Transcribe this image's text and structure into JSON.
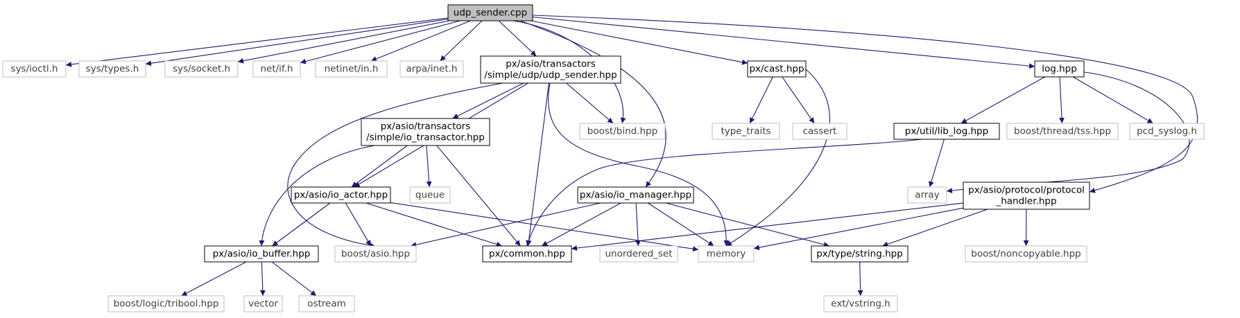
{
  "colors": {
    "edge": "#191970",
    "root_fill": "#bfbfbf",
    "project_border": "#000000",
    "system_border": "#bfbfbf",
    "system_text": "#3f3f3f",
    "project_text": "#000000"
  },
  "nodes": [
    {
      "id": "root",
      "kind": "root",
      "lines": [
        "udp_sender.cpp"
      ]
    },
    {
      "id": "ioctl",
      "kind": "system",
      "lines": [
        "sys/ioctl.h"
      ]
    },
    {
      "id": "types",
      "kind": "system",
      "lines": [
        "sys/types.h"
      ]
    },
    {
      "id": "socket",
      "kind": "system",
      "lines": [
        "sys/socket.h"
      ]
    },
    {
      "id": "netif",
      "kind": "system",
      "lines": [
        "net/if.h"
      ]
    },
    {
      "id": "netinet",
      "kind": "system",
      "lines": [
        "netinet/in.h"
      ]
    },
    {
      "id": "arpa",
      "kind": "system",
      "lines": [
        "arpa/inet.h"
      ]
    },
    {
      "id": "udp_sender_hpp",
      "kind": "project",
      "lines": [
        "px/asio/transactors",
        "/simple/udp/udp_sender.hpp"
      ]
    },
    {
      "id": "cast",
      "kind": "project",
      "lines": [
        "px/cast.hpp"
      ]
    },
    {
      "id": "log",
      "kind": "project",
      "lines": [
        "log.hpp"
      ]
    },
    {
      "id": "io_transactor",
      "kind": "project",
      "lines": [
        "px/asio/transactors",
        "/simple/io_transactor.hpp"
      ]
    },
    {
      "id": "boost_bind",
      "kind": "system",
      "lines": [
        "boost/bind.hpp"
      ]
    },
    {
      "id": "type_traits",
      "kind": "system",
      "lines": [
        "type_traits"
      ]
    },
    {
      "id": "cassert",
      "kind": "system",
      "lines": [
        "cassert"
      ]
    },
    {
      "id": "lib_log",
      "kind": "project",
      "lines": [
        "px/util/lib_log.hpp"
      ]
    },
    {
      "id": "tss",
      "kind": "system",
      "lines": [
        "boost/thread/tss.hpp"
      ]
    },
    {
      "id": "pcd_syslog",
      "kind": "system",
      "lines": [
        "pcd_syslog.h"
      ]
    },
    {
      "id": "io_actor",
      "kind": "project",
      "lines": [
        "px/asio/io_actor.hpp"
      ]
    },
    {
      "id": "queue",
      "kind": "system",
      "lines": [
        "queue"
      ]
    },
    {
      "id": "io_manager",
      "kind": "project",
      "lines": [
        "px/asio/io_manager.hpp"
      ]
    },
    {
      "id": "array",
      "kind": "system",
      "lines": [
        "array"
      ]
    },
    {
      "id": "protocol_handler",
      "kind": "project",
      "lines": [
        "px/asio/protocol/protocol",
        "_handler.hpp"
      ]
    },
    {
      "id": "io_buffer",
      "kind": "project",
      "lines": [
        "px/asio/io_buffer.hpp"
      ]
    },
    {
      "id": "boost_asio",
      "kind": "system",
      "lines": [
        "boost/asio.hpp"
      ]
    },
    {
      "id": "common",
      "kind": "project",
      "lines": [
        "px/common.hpp"
      ]
    },
    {
      "id": "unordered_set",
      "kind": "system",
      "lines": [
        "unordered_set"
      ]
    },
    {
      "id": "memory",
      "kind": "system",
      "lines": [
        "memory"
      ]
    },
    {
      "id": "string",
      "kind": "project",
      "lines": [
        "px/type/string.hpp"
      ]
    },
    {
      "id": "noncopyable",
      "kind": "system",
      "lines": [
        "boost/noncopyable.hpp"
      ]
    },
    {
      "id": "tribool",
      "kind": "system",
      "lines": [
        "boost/logic/tribool.hpp"
      ]
    },
    {
      "id": "vector",
      "kind": "system",
      "lines": [
        "vector"
      ]
    },
    {
      "id": "ostream",
      "kind": "system",
      "lines": [
        "ostream"
      ]
    },
    {
      "id": "vstring",
      "kind": "system",
      "lines": [
        "ext/vstring.h"
      ]
    }
  ],
  "edges": [
    [
      "root",
      "ioctl"
    ],
    [
      "root",
      "types"
    ],
    [
      "root",
      "socket"
    ],
    [
      "root",
      "netif"
    ],
    [
      "root",
      "netinet"
    ],
    [
      "root",
      "arpa"
    ],
    [
      "root",
      "udp_sender_hpp"
    ],
    [
      "root",
      "boost_bind"
    ],
    [
      "root",
      "io_manager"
    ],
    [
      "root",
      "cast"
    ],
    [
      "root",
      "log"
    ],
    [
      "root",
      "protocol_handler"
    ],
    [
      "udp_sender_hpp",
      "io_transactor"
    ],
    [
      "udp_sender_hpp",
      "boost_bind"
    ],
    [
      "udp_sender_hpp",
      "io_actor"
    ],
    [
      "udp_sender_hpp",
      "boost_asio"
    ],
    [
      "udp_sender_hpp",
      "common"
    ],
    [
      "udp_sender_hpp",
      "memory"
    ],
    [
      "io_transactor",
      "io_actor"
    ],
    [
      "io_transactor",
      "queue"
    ],
    [
      "io_transactor",
      "io_buffer"
    ],
    [
      "io_transactor",
      "common"
    ],
    [
      "io_actor",
      "io_buffer"
    ],
    [
      "io_actor",
      "boost_asio"
    ],
    [
      "io_actor",
      "common"
    ],
    [
      "io_actor",
      "memory"
    ],
    [
      "io_manager",
      "boost_asio"
    ],
    [
      "io_manager",
      "common"
    ],
    [
      "io_manager",
      "unordered_set"
    ],
    [
      "io_manager",
      "memory"
    ],
    [
      "io_manager",
      "string"
    ],
    [
      "cast",
      "type_traits"
    ],
    [
      "cast",
      "cassert"
    ],
    [
      "cast",
      "memory"
    ],
    [
      "log",
      "lib_log"
    ],
    [
      "log",
      "tss"
    ],
    [
      "log",
      "pcd_syslog"
    ],
    [
      "log",
      "array"
    ],
    [
      "lib_log",
      "array"
    ],
    [
      "lib_log",
      "common"
    ],
    [
      "protocol_handler",
      "common"
    ],
    [
      "protocol_handler",
      "memory"
    ],
    [
      "protocol_handler",
      "string"
    ],
    [
      "protocol_handler",
      "noncopyable"
    ],
    [
      "io_buffer",
      "tribool"
    ],
    [
      "io_buffer",
      "vector"
    ],
    [
      "io_buffer",
      "ostream"
    ],
    [
      "string",
      "vstring"
    ]
  ]
}
